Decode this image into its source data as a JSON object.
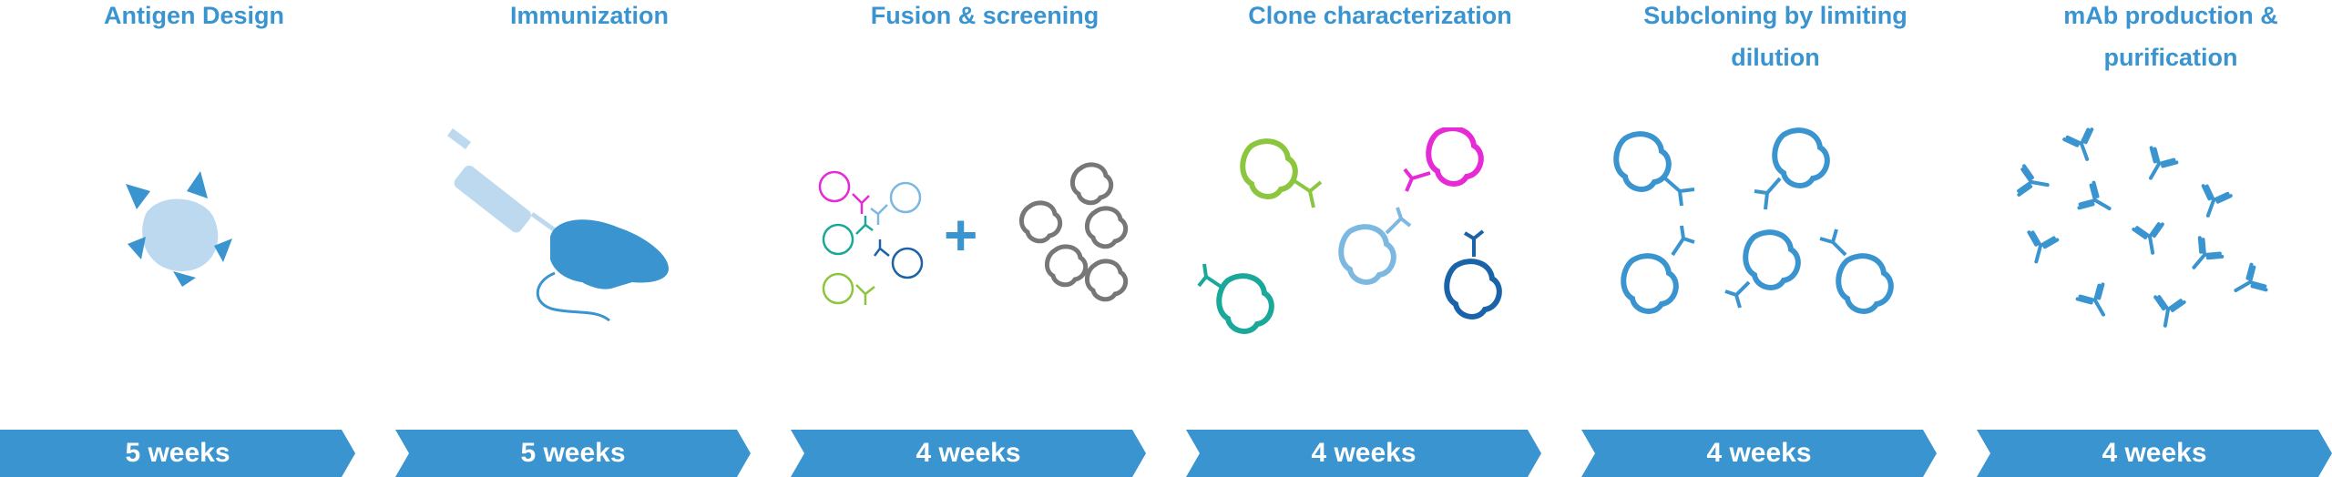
{
  "stages": [
    {
      "title": "Antigen Design",
      "weeks": "5 weeks"
    },
    {
      "title": "Immunization",
      "weeks": "5 weeks"
    },
    {
      "title": "Fusion & screening",
      "weeks": "4 weeks"
    },
    {
      "title": "Clone characterization",
      "weeks": "4 weeks"
    },
    {
      "title": "Subcloning by limiting dilution",
      "weeks": "4 weeks"
    },
    {
      "title": "mAb production & purification",
      "weeks": "4 weeks"
    }
  ],
  "colors": {
    "accent": "#3a94d0",
    "light_blue": "#bcd9ef",
    "magenta": "#e62ad6",
    "green": "#8cc63f",
    "teal": "#1aa89a",
    "dark_blue": "#1a63a8",
    "grey": "#777777"
  },
  "icons": {
    "stage1": "antigen-icon",
    "stage2": "mouse-syringe-icon",
    "stage3": "cells-fusion-icon",
    "stage4": "hybridoma-clones-icon",
    "stage5": "subclone-cells-icon",
    "stage6": "antibodies-icon"
  }
}
